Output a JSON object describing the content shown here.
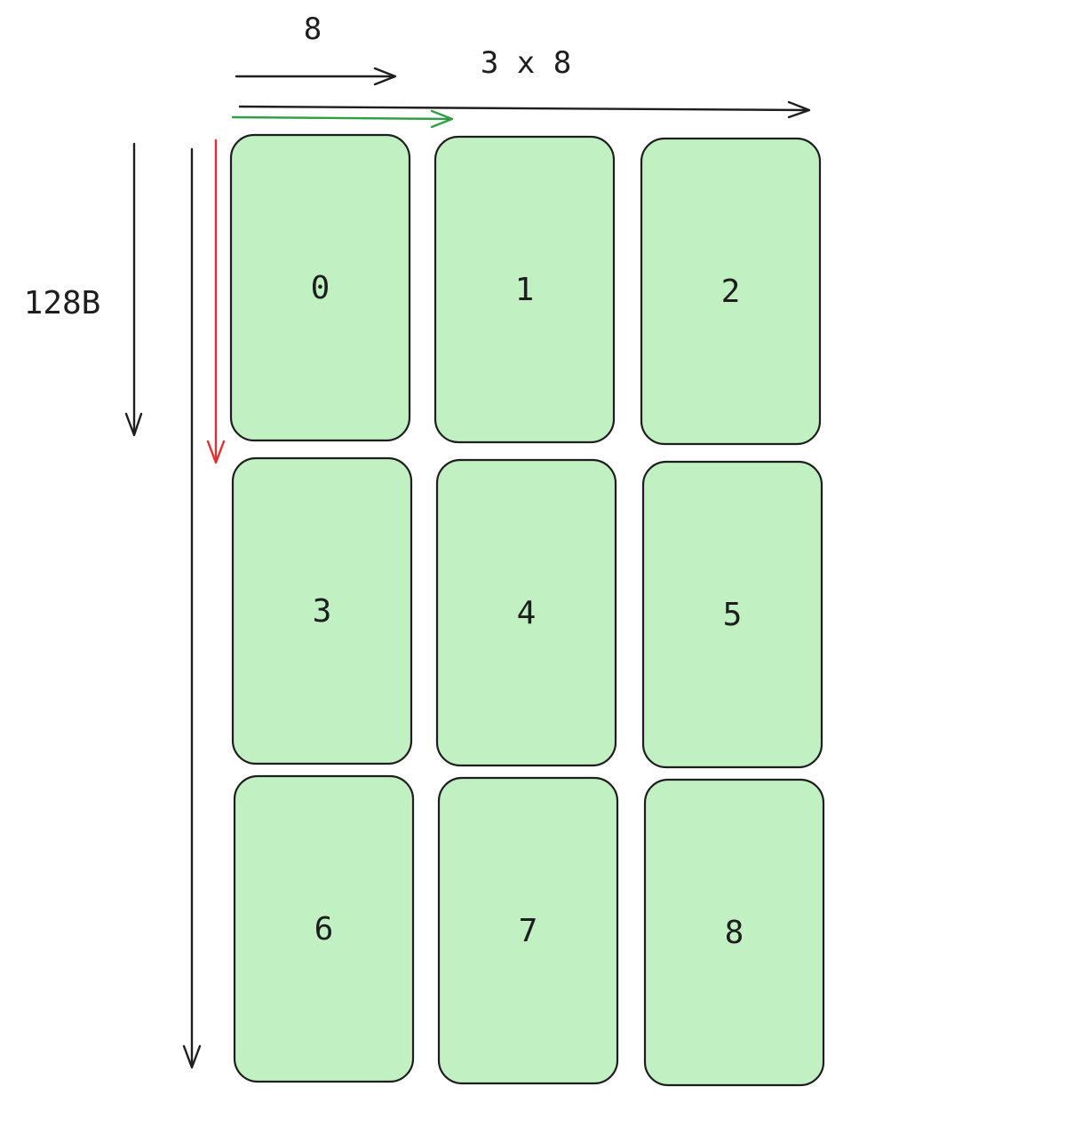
{
  "labels": {
    "top_short": "8",
    "top_long": "3 x 8",
    "left": "128B"
  },
  "tiles": [
    "0",
    "1",
    "2",
    "3",
    "4",
    "5",
    "6",
    "7",
    "8"
  ],
  "colors": {
    "tile_fill": "#c1f0c3",
    "ink": "#1e1e1e",
    "green_arrow": "#2f9e44",
    "red_arrow": "#e03131"
  }
}
